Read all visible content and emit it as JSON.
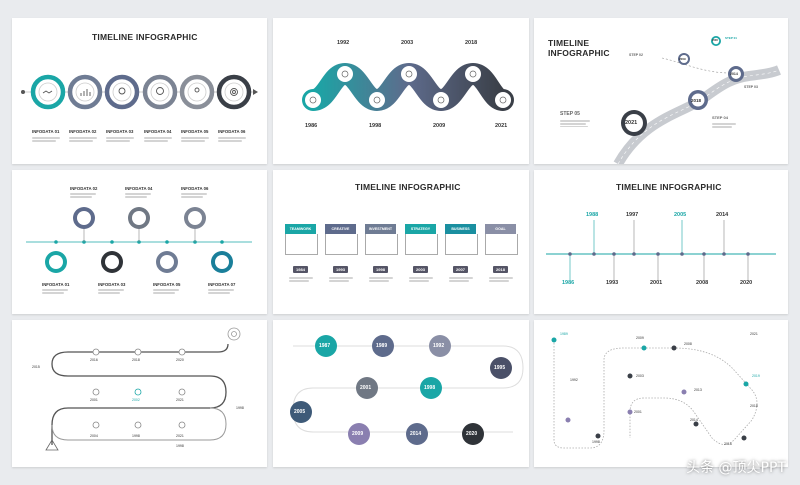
{
  "colors": {
    "teal": "#1aa6a6",
    "slate": "#5e6b8c",
    "gray": "#707884",
    "dark": "#3a3f47",
    "light": "#b7bcc4"
  },
  "slide1": {
    "title": "TIMELINE INFOGRAPHIC",
    "items": [
      "INFODATA 01",
      "INFODATA 02",
      "INFODATA 03",
      "INFODATA 04",
      "INFODATA 05",
      "INFODATA 06"
    ],
    "icons": [
      "handshake-icon",
      "chart-icon",
      "bulb-icon",
      "head-icon",
      "person-icon",
      "target-icon"
    ]
  },
  "slide2": {
    "years_top": [
      "1992",
      "2003",
      "2018"
    ],
    "years_bottom": [
      "1986",
      "1998",
      "2009",
      "2021"
    ]
  },
  "slide3": {
    "title_line1": "TIMELINE",
    "title_line2": "INFOGRAPHIC",
    "steps": [
      "STEP 01",
      "STEP 02",
      "STEP 03",
      "STEP 04",
      "STEP 05"
    ],
    "years": [
      "2021",
      "2018",
      "2014",
      "2009",
      "2006"
    ]
  },
  "slide4": {
    "top": [
      "INFODATA 02",
      "INFODATA 04",
      "INFODATA 06"
    ],
    "bottom": [
      "INFODATA 01",
      "INFODATA 03",
      "INFODATA 05",
      "INFODATA 07"
    ]
  },
  "slide5": {
    "title": "TIMELINE INFOGRAPHIC",
    "tabs": [
      "TEAMWORK",
      "CREATIVE",
      "INVESTMENT",
      "STRATEGY",
      "BUSINESS",
      "GOAL"
    ],
    "years": [
      "1984",
      "1993",
      "1998",
      "2003",
      "2007",
      "2018"
    ]
  },
  "slide6": {
    "title": "TIMELINE INFOGRAPHIC",
    "years_top": [
      "1988",
      "1997",
      "2005",
      "2014"
    ],
    "years_bottom": [
      "1986",
      "1993",
      "2001",
      "2008",
      "2020"
    ]
  },
  "slide7": {
    "years": [
      "2015",
      "2016",
      "2018",
      "2020",
      "2001",
      "2002",
      "2021",
      "1998",
      "2004",
      "1998",
      "2021",
      "1998"
    ]
  },
  "slide8": {
    "years": [
      "1987",
      "1989",
      "1992",
      "1995",
      "1998",
      "2001",
      "2005",
      "2009",
      "2014",
      "2020"
    ]
  },
  "slide9": {
    "years": [
      "1989",
      "2009",
      "2008",
      "2021",
      "1992",
      "2003",
      "2013",
      "2019",
      "2018",
      "2001",
      "2014",
      "1998",
      "2016"
    ]
  },
  "watermark": "头条 @顶尖PPT"
}
